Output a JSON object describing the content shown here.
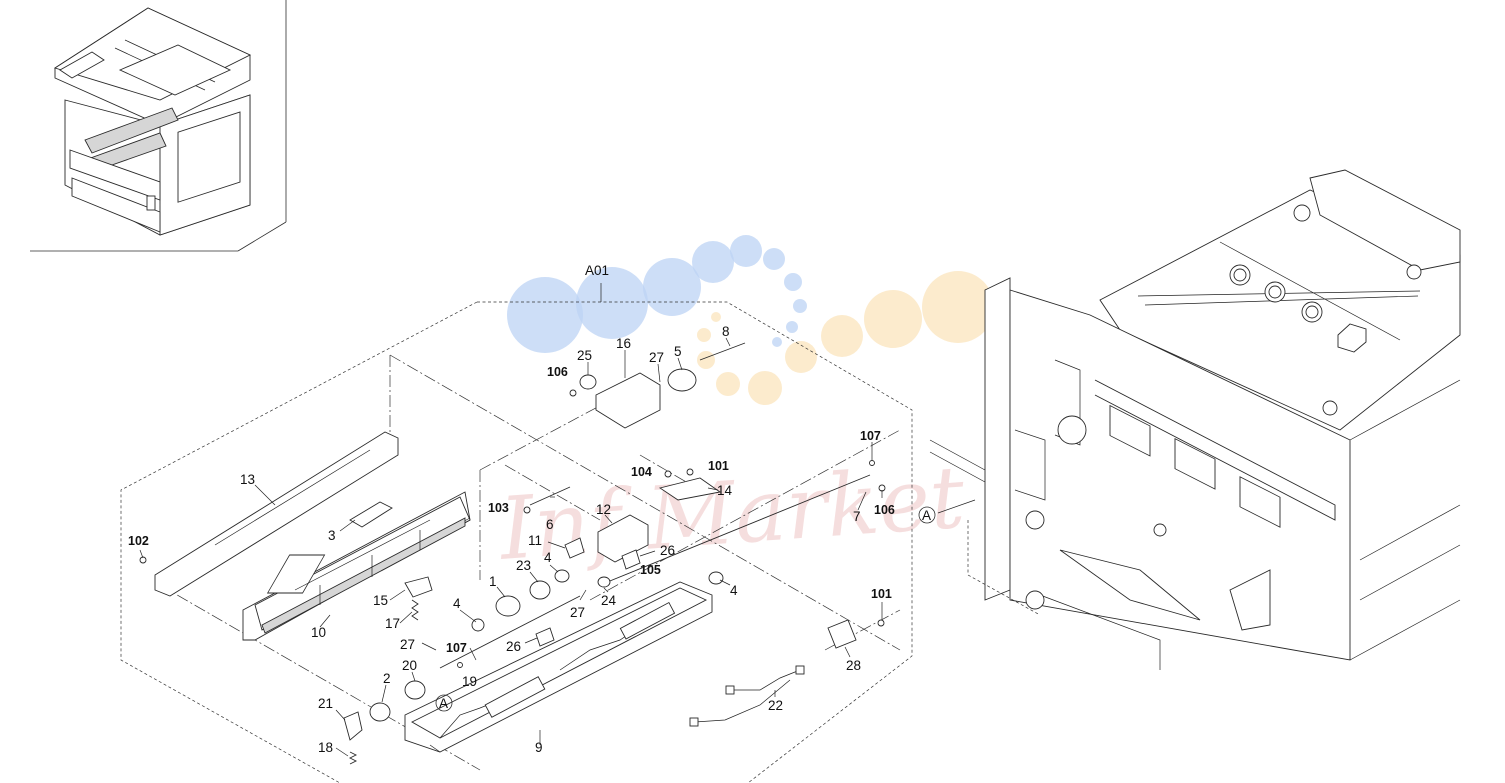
{
  "diagram": {
    "assembly_label": "A01",
    "view_marker": "A",
    "callouts": [
      {
        "id": "c13",
        "text": "13",
        "bold": false
      },
      {
        "id": "c3",
        "text": "3",
        "bold": false
      },
      {
        "id": "c102",
        "text": "102",
        "bold": true
      },
      {
        "id": "c10",
        "text": "10",
        "bold": false
      },
      {
        "id": "c15",
        "text": "15",
        "bold": false
      },
      {
        "id": "c17",
        "text": "17",
        "bold": false
      },
      {
        "id": "c27a",
        "text": "27",
        "bold": false
      },
      {
        "id": "c107a",
        "text": "107",
        "bold": true
      },
      {
        "id": "c19",
        "text": "19",
        "bold": false
      },
      {
        "id": "c4a",
        "text": "4",
        "bold": false
      },
      {
        "id": "c1",
        "text": "1",
        "bold": false
      },
      {
        "id": "c23",
        "text": "23",
        "bold": false
      },
      {
        "id": "c4b",
        "text": "4",
        "bold": false
      },
      {
        "id": "c2",
        "text": "2",
        "bold": false
      },
      {
        "id": "c20",
        "text": "20",
        "bold": false
      },
      {
        "id": "c21",
        "text": "21",
        "bold": false
      },
      {
        "id": "c18",
        "text": "18",
        "bold": false
      },
      {
        "id": "c9",
        "text": "9",
        "bold": false
      },
      {
        "id": "c26a",
        "text": "26",
        "bold": false
      },
      {
        "id": "c27b",
        "text": "27",
        "bold": false
      },
      {
        "id": "c24",
        "text": "24",
        "bold": false
      },
      {
        "id": "c11",
        "text": "11",
        "bold": false
      },
      {
        "id": "c12",
        "text": "12",
        "bold": false
      },
      {
        "id": "c26b",
        "text": "26",
        "bold": false
      },
      {
        "id": "c105",
        "text": "105",
        "bold": true
      },
      {
        "id": "c103",
        "text": "103",
        "bold": true
      },
      {
        "id": "c6",
        "text": "6",
        "bold": false
      },
      {
        "id": "c104",
        "text": "104",
        "bold": true
      },
      {
        "id": "c101a",
        "text": "101",
        "bold": true
      },
      {
        "id": "c14",
        "text": "14",
        "bold": false
      },
      {
        "id": "c106a",
        "text": "106",
        "bold": true
      },
      {
        "id": "c25",
        "text": "25",
        "bold": false
      },
      {
        "id": "c16",
        "text": "16",
        "bold": false
      },
      {
        "id": "c27c",
        "text": "27",
        "bold": false
      },
      {
        "id": "c5",
        "text": "5",
        "bold": false
      },
      {
        "id": "c8",
        "text": "8",
        "bold": false
      },
      {
        "id": "c107b",
        "text": "107",
        "bold": true
      },
      {
        "id": "c7",
        "text": "7",
        "bold": false
      },
      {
        "id": "c106b",
        "text": "106",
        "bold": true
      },
      {
        "id": "c4c",
        "text": "4",
        "bold": false
      },
      {
        "id": "c101b",
        "text": "101",
        "bold": true
      },
      {
        "id": "c28",
        "text": "28",
        "bold": false
      },
      {
        "id": "c22",
        "text": "22",
        "bold": false
      }
    ],
    "watermark": "Inf-Market"
  },
  "colors": {
    "line": "#2a2a2a",
    "watermark_blue": "#bcd3f4",
    "watermark_orange": "#fbe2b8",
    "watermark_text": "#f0c9c9"
  }
}
